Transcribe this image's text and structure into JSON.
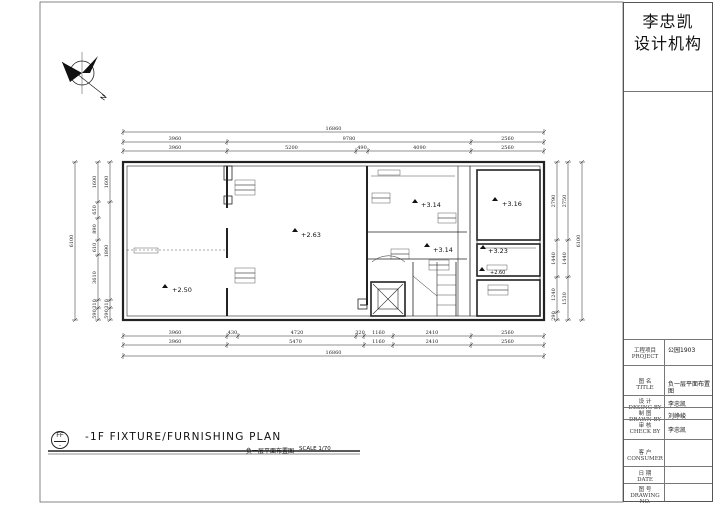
{
  "firm": {
    "line1": "李忠凯",
    "line2": "设计机构"
  },
  "north_label": "N",
  "drawing": {
    "title_en": "-1F FIXTURE/FURNISHING PLAN",
    "title_cn": "负一层平面布置图",
    "scale": "SCALE 1/70",
    "bubble_top": "FF",
    "bubble_bottom": "-"
  },
  "dims": {
    "top_outer": [
      "3960",
      "9780",
      "2560"
    ],
    "top_inner": [
      "3960",
      "5200",
      "490",
      "4090",
      "2560"
    ],
    "top_total": "16860",
    "bottom_inner": [
      "3960",
      "430",
      "4720",
      "320",
      "1160",
      "2410",
      "2560"
    ],
    "bottom_outer": [
      "3960",
      "5470",
      "1160",
      "2410",
      "2560"
    ],
    "bottom_total": "16860",
    "left_total": "6100",
    "left_inner": [
      "1600",
      "650",
      "890",
      "610",
      "3610",
      "310",
      "590"
    ],
    "left_outer": [
      "1600",
      "1890",
      "310",
      "590"
    ],
    "right_inner": [
      "2790",
      "1440",
      "1240",
      "290"
    ],
    "right_outer": [
      "2750",
      "1440",
      "1530"
    ],
    "right_total": "6100"
  },
  "levels": [
    "+2.63",
    "+2.50",
    "+3.14",
    "+3.14",
    "+3.16",
    "+3.23",
    "+2.60"
  ],
  "title_block": {
    "project_label": "工程项目\nPROJECT",
    "project_value": "公园1903",
    "title_label": "图 名\nTITLE",
    "title_value": "负一层平面布置图",
    "design_label": "设 计\nDESING BY",
    "design_value": "李忠凯",
    "drawn_label": "制 图\nDRAWN BY",
    "drawn_value": "刘峥峻",
    "check_label": "审 核\nCHECK BY",
    "check_value": "李忠凯",
    "consumer_label": "客 户\nCONSUMER",
    "date_label": "日 期\nDATE",
    "no_label": "图 号\nDRAWING NO."
  }
}
